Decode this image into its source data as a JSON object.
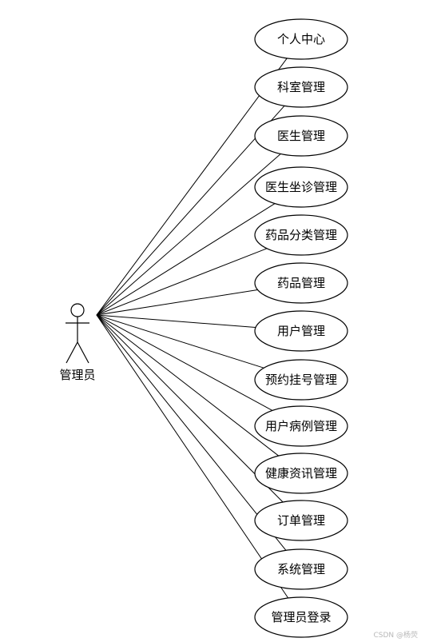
{
  "actor": {
    "label": "管理员"
  },
  "use_cases": [
    {
      "label": "个人中心"
    },
    {
      "label": "科室管理"
    },
    {
      "label": "医生管理"
    },
    {
      "label": "医生坐诊管理"
    },
    {
      "label": "药品分类管理"
    },
    {
      "label": "药品管理"
    },
    {
      "label": "用户管理"
    },
    {
      "label": "预约挂号管理"
    },
    {
      "label": "用户病例管理"
    },
    {
      "label": "健康资讯管理"
    },
    {
      "label": "订单管理"
    },
    {
      "label": "系统管理"
    },
    {
      "label": "管理员登录"
    }
  ],
  "watermark": "CSDN @杨荧"
}
